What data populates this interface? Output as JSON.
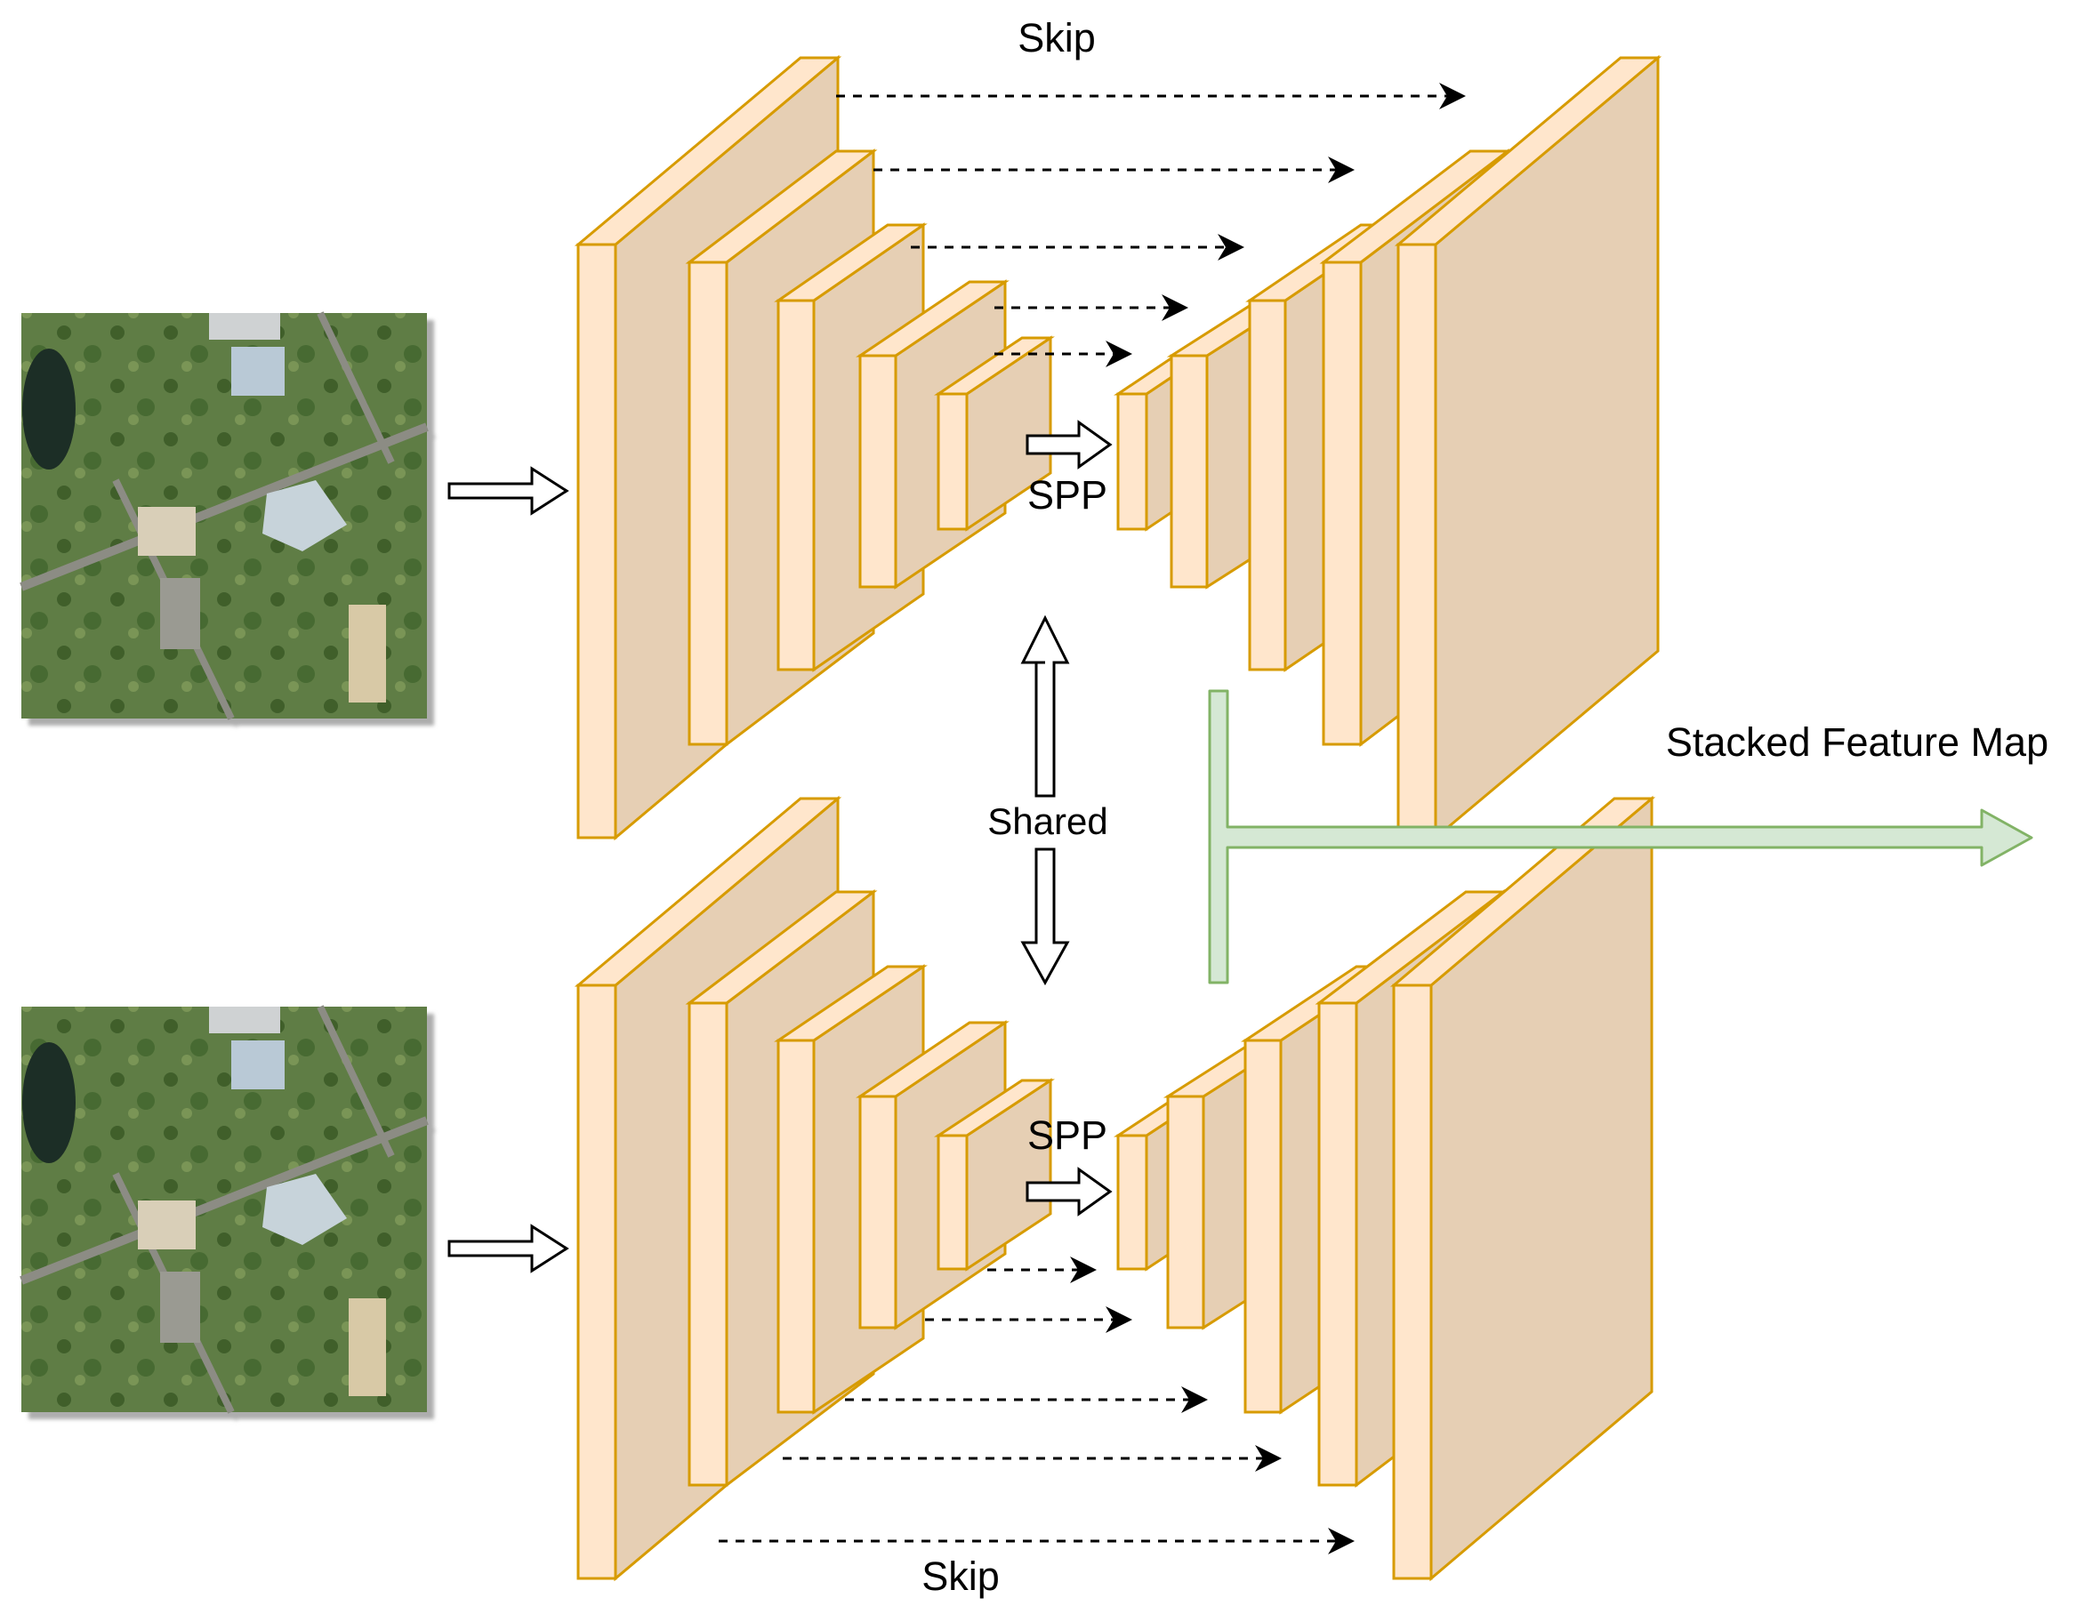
{
  "labels": {
    "skip_top": "Skip",
    "skip_bottom": "Skip",
    "spp_top": "SPP",
    "spp_bottom": "SPP",
    "shared": "Shared",
    "stacked_feature_map": "Stacked Feature Map"
  },
  "colors": {
    "block_front": "#FFE6CC",
    "block_side": "#E6CFB4",
    "block_stroke": "#D79B00",
    "output_arrow_fill": "#D5E8D4",
    "output_arrow_stroke": "#82B366"
  },
  "images": [
    {
      "name": "satellite-image-top"
    },
    {
      "name": "satellite-image-bottom"
    }
  ]
}
